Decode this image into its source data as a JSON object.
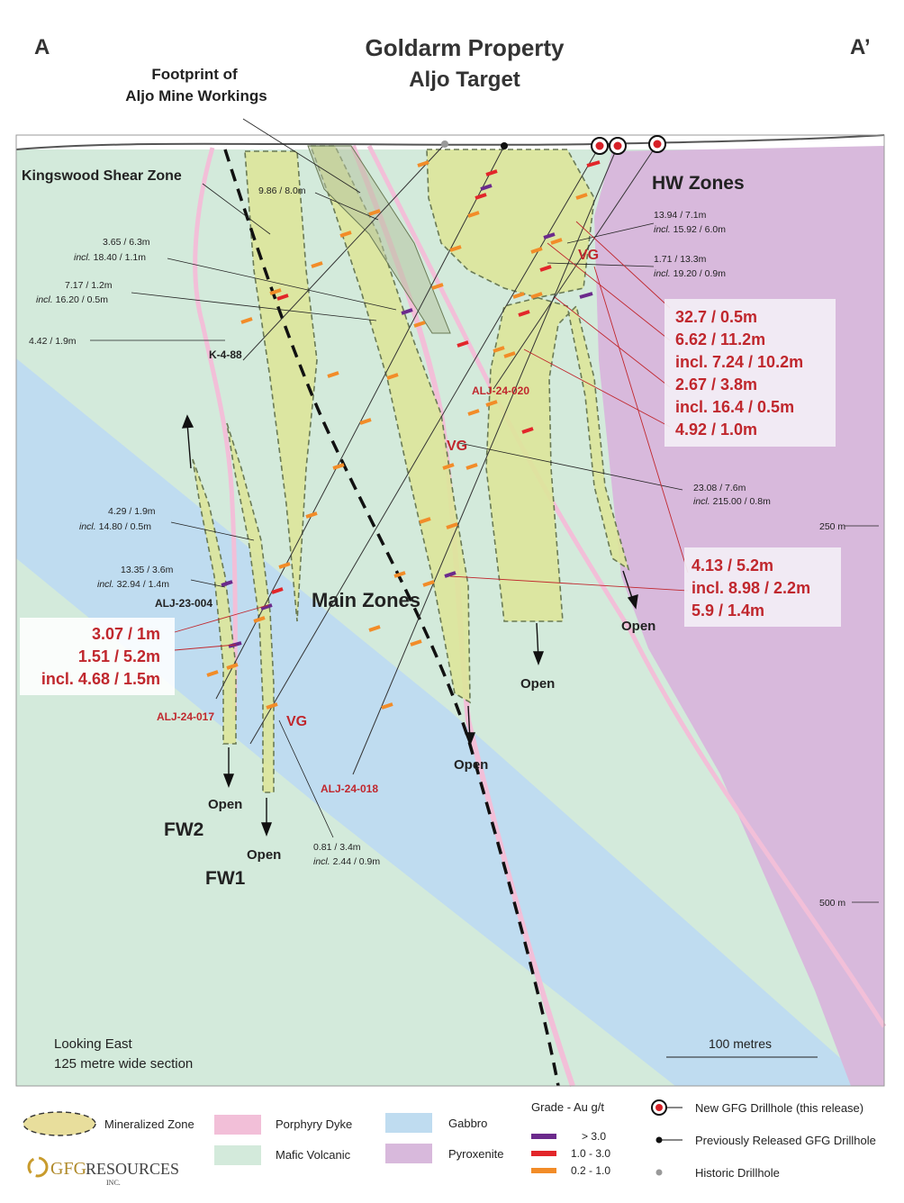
{
  "header": {
    "left_marker": "A",
    "right_marker": "A’",
    "title_line1": "Goldarm Property",
    "title_line2": "Aljo Target"
  },
  "annotations": {
    "footprint_line1": "Footprint of",
    "footprint_line2": "Aljo Mine Workings",
    "kingswood": "Kingswood Shear Zone",
    "hw_zones": "HW Zones",
    "main_zones": "Main Zones",
    "fw2": "FW2",
    "fw1": "FW1",
    "open": "Open",
    "vg": "VG",
    "looking_line1": "Looking East",
    "looking_line2": "125 metre wide section",
    "scale": "100 metres",
    "depth_250": "250 m",
    "depth_500": "500 m"
  },
  "drillholes": {
    "k488": "K-4-88",
    "alj23004": "ALJ-23-004",
    "alj24017": "ALJ-24-017",
    "alj24018": "ALJ-24-018",
    "alj24020": "ALJ-24-020"
  },
  "small_labels": {
    "s1": "9.86 / 8.0m",
    "s2a": "3.65 / 6.3m",
    "s2b_incl": "incl.",
    "s2b": " 18.40 / 1.1m",
    "s3a": "7.17 / 1.2m",
    "s3b_incl": "incl.",
    "s3b": " 16.20 / 0.5m",
    "s4": "4.42 / 1.9m",
    "s5a": "13.94 / 7.1m",
    "s5b_incl": "incl.",
    "s5b": " 15.92 / 6.0m",
    "s6a": "1.71 / 13.3m",
    "s6b_incl": "incl.",
    "s6b": " 19.20 / 0.9m",
    "s7a": "23.08 / 7.6m",
    "s7b_incl": "incl.",
    "s7b": " 215.00 / 0.8m",
    "s8a": "4.29 / 1.9m",
    "s8b_incl": "incl.",
    "s8b": " 14.80 / 0.5m",
    "s9a": "13.35 / 3.6m",
    "s9b_incl": "incl.",
    "s9b": " 32.94 / 1.4m",
    "s10a": "0.81 / 3.4m",
    "s10b_incl": "incl.",
    "s10b": " 2.44 / 0.9m"
  },
  "callouts": {
    "hw": [
      "32.7 / 0.5m",
      "6.62 / 11.2m",
      "incl. 7.24 / 10.2m",
      "2.67 / 3.8m",
      "incl. 16.4 / 0.5m",
      "4.92 / 1.0m"
    ],
    "main": [
      "4.13 / 5.2m",
      "incl. 8.98 / 2.2m",
      "5.9 / 1.4m"
    ],
    "fw": [
      "3.07 / 1m",
      "1.51 / 5.2m",
      "incl. 4.68 / 1.5m"
    ]
  },
  "legend": {
    "mineralized_zone": "Mineralized Zone",
    "porphyry_dyke": "Porphyry Dyke",
    "gabbro": "Gabbro",
    "mafic_volcanic": "Mafic Volcanic",
    "pyroxenite": "Pyroxenite",
    "grade_title": "Grade - Au g/t",
    "grade_high": "> 3.0",
    "grade_mid": "1.0 - 3.0",
    "grade_low": "0.2 - 1.0",
    "new_hole": "New GFG Drillhole (this release)",
    "prev_hole": "Previously Released GFG Drillhole",
    "hist_hole": "Historic Drillhole",
    "logo_main": "GFG",
    "logo_rest": "RESOURCES",
    "logo_inc": "INC."
  },
  "colors": {
    "mafic": "#d3eadb",
    "gabbro": "#bfdcf0",
    "pyroxenite": "#d8b9dc",
    "dyke": "#f2bfd8",
    "mineralized": "#dde69a",
    "grade_high": "#6b2a8c",
    "grade_mid": "#e2262a",
    "grade_low": "#f28c28",
    "callout_red": "#c0272d"
  }
}
